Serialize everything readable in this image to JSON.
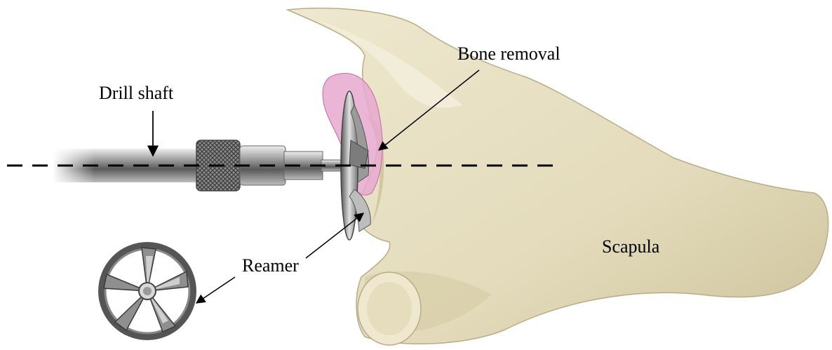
{
  "labels": {
    "drill_shaft": "Drill shaft",
    "bone_removal": "Bone removal",
    "reamer": "Reamer",
    "scapula": "Scapula"
  },
  "colors": {
    "bone": "#e8e1c4",
    "bone_shadow": "#c9bf98",
    "bone_removal": "#e7a8cf",
    "metal_dark": "#5a5a5a",
    "metal_light": "#d6d6d6",
    "axis_line": "#000000"
  }
}
